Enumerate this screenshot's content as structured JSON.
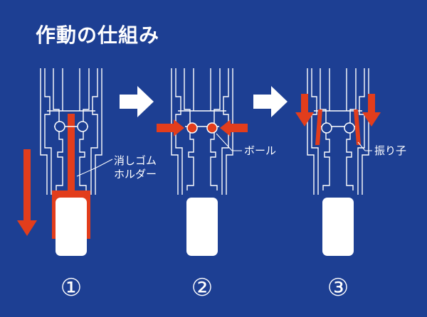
{
  "title": "作動の仕組み",
  "labels": {
    "holder_line1": "消しゴム",
    "holder_line2": "ホルダー",
    "ball": "ボール",
    "weight": "振り子"
  },
  "steps": [
    "①",
    "②",
    "③"
  ],
  "colors": {
    "background": "#1d3f93",
    "accent": "#e23d1c",
    "line": "#ffffff"
  }
}
